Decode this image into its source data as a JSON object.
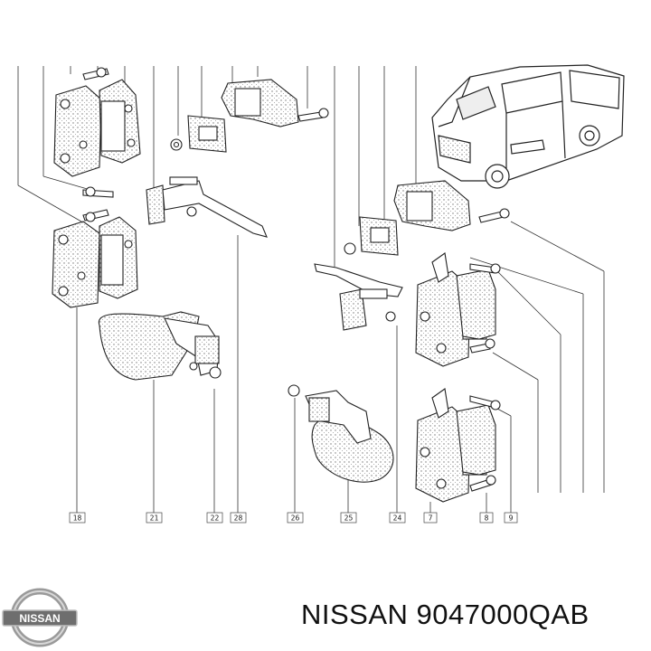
{
  "callouts": [
    "18",
    "21",
    "22",
    "28",
    "26",
    "25",
    "24",
    "7",
    "8",
    "9"
  ],
  "logo": {
    "wordmark": "NISSAN"
  },
  "caption": {
    "text": "NISSAN 9047000QAB"
  }
}
